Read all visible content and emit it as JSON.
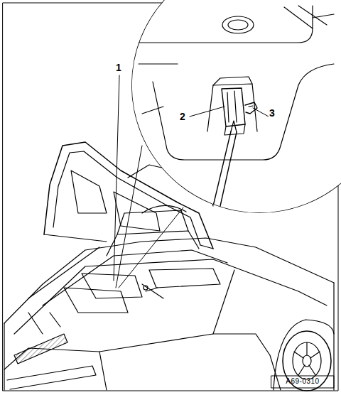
{
  "diagram": {
    "labels": [
      "1",
      "2",
      "3",
      "A69-0310"
    ]
  }
}
